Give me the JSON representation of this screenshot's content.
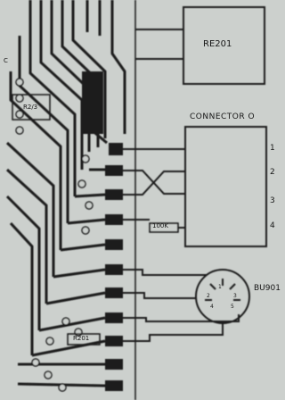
{
  "blocks": {
    "re201": {
      "label": "RE201"
    },
    "connector": {
      "title": "CONNECTOR O",
      "pins": [
        "1",
        "2",
        "3",
        "4"
      ]
    },
    "resistor_100k": {
      "label": "100K"
    },
    "bu901": {
      "label": "BU901",
      "pin_labels": [
        "1",
        "2",
        "3",
        "4",
        "5"
      ]
    },
    "pcb_labels": {
      "r201": "R201",
      "r2r3": "R2/3",
      "c": "C"
    }
  },
  "colors": {
    "ink": "#161616",
    "paper": "#ccd0cd"
  }
}
